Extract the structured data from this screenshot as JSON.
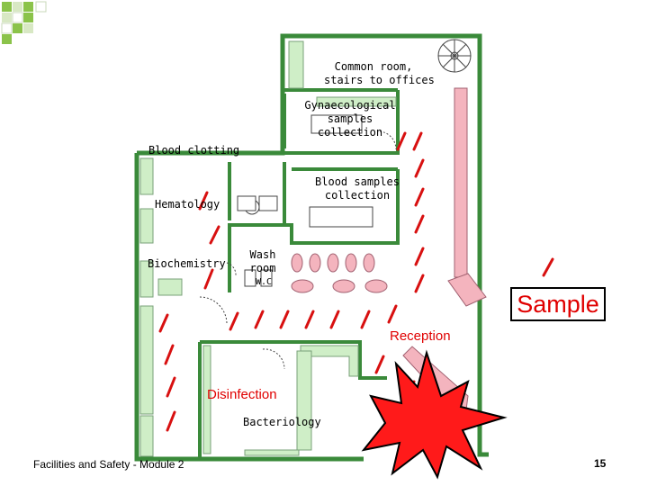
{
  "slide": {
    "footer": "Facilities and Safety - Module 2",
    "page_number": "15"
  },
  "plan": {
    "rooms": {
      "common_room": [
        "Common room,",
        "stairs to offices"
      ],
      "gynaecological": [
        "Gynaecological",
        "samples",
        "collection"
      ],
      "blood_clotting": "Blood clotting",
      "blood_samples": [
        "Blood samples",
        "collection"
      ],
      "hematology": "Hematology",
      "wash_room": [
        "Wash",
        "room"
      ],
      "wc": "W.C",
      "biochemistry": "Biochemistry",
      "bacteriology": "Bacteriology"
    },
    "red_labels": {
      "reception": "Reception",
      "disinfection": "Disinfection"
    },
    "callout": "Sample",
    "colors": {
      "wall_green": "#3a8a3a",
      "bench_green": "#cfeec7",
      "counter_pink": "#f4b4be",
      "pipette_red": "#d81010",
      "label_red": "#e00000",
      "burst_red": "#ff1a1a",
      "deco_square_green": "#8bc34a"
    }
  }
}
